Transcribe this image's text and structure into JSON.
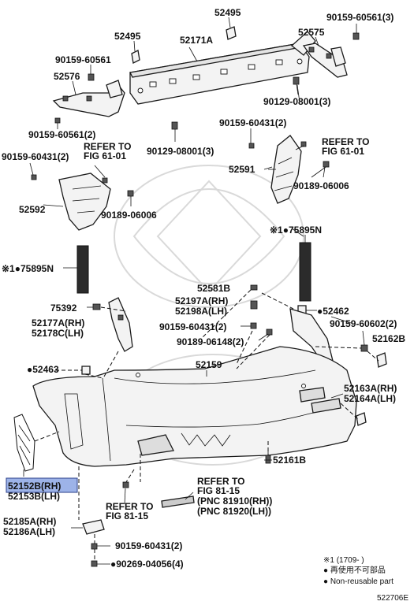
{
  "labels": {
    "p52495_top": "52495",
    "p90159_60561_tr": "90159-60561(3)",
    "p52495_left": "52495",
    "p52171A": "52171A",
    "p52575": "52575",
    "p90159_60561_l": "90159-60561",
    "p52576": "52576",
    "p90129_08001_r": "90129-08001(3)",
    "p90159_60561_2": "90159-60561(2)",
    "p90159_60431_2_tr": "90159-60431(2)",
    "refer_61_r_1": "REFER TO",
    "refer_61_r_2": "FIG 61-01",
    "refer_61_l_1": "REFER TO",
    "refer_61_l_2": "FIG 61-01",
    "p90159_60431_2_l": "90159-60431(2)",
    "p90129_08001_c": "90129-08001(3)",
    "p52591": "52591",
    "p90189_06006_r": "90189-06006",
    "p52592": "52592",
    "p90189_06006_l": "90189-06006",
    "p75895N_r": "※1●75895N",
    "p75895N_l": "※1●75895N",
    "p52581B": "52581B",
    "p52197A": "52197A(RH)",
    "p52198A": "52198A(LH)",
    "p75392": "75392",
    "p52462": "●52462",
    "p52177A": "52177A(RH)",
    "p52178C": "52178C(LH)",
    "p90159_60431_2_c": "90159-60431(2)",
    "p90159_60602": "90159-60602(2)",
    "p90189_06148": "90189-06148(2)",
    "p52162B": "52162B",
    "p52463": "●52463",
    "p52159": "52159",
    "p52163A": "52163A(RH)",
    "p52164A": "52164A(LH)",
    "p52152B": "52152B(RH)",
    "p52153B": "52153B(LH)",
    "p52161B": "52161B",
    "refer_81_r_1": "REFER TO",
    "refer_81_r_2": "FIG 81-15",
    "refer_81_r_3": "(PNC 81910(RH))",
    "refer_81_r_4": "(PNC 81920(LH))",
    "refer_81_l_1": "REFER TO",
    "refer_81_l_2": "FIG 81-15",
    "p52185A": "52185A(RH)",
    "p52186A": "52186A(LH)",
    "p90159_60431_2_b": "90159-60431(2)",
    "p90269_04056": "●90269-04056(4)"
  },
  "legend": {
    "note1": "※1 (1709-       )",
    "note2": "● 再使用不可部品",
    "note3": "● Non-reusable part"
  },
  "figure_code": "522706E"
}
